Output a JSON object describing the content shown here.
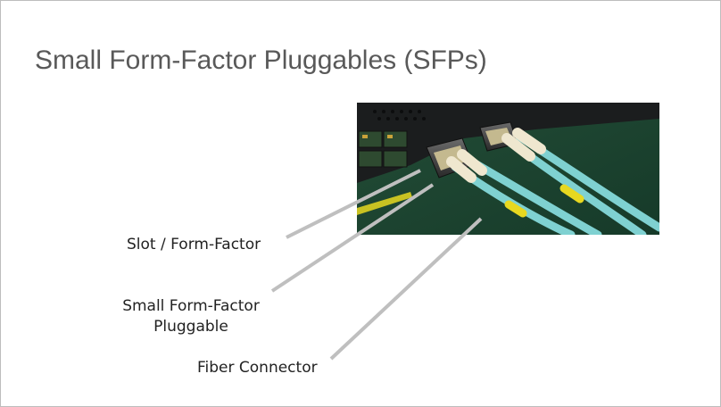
{
  "slide": {
    "title": "Small Form-Factor Pluggables (SFPs)"
  },
  "labels": {
    "slot": "Slot / Form-Factor",
    "sfp_line1": "Small Form-Factor",
    "sfp_line2": "Pluggable",
    "fiber": "Fiber Connector"
  },
  "photo": {
    "subject": "network switch SFP ports with aqua duplex LC fiber cables",
    "colors": {
      "background": "#1f4a35",
      "switch": "#1b1d1e",
      "cable": "#7fd1d1",
      "latch": "#efe7cf",
      "pcb": "#3a7a3a",
      "accent": "#e8d820"
    }
  },
  "colors": {
    "title": "#595959",
    "label": "#222222",
    "leader": "#bfbfbf"
  }
}
